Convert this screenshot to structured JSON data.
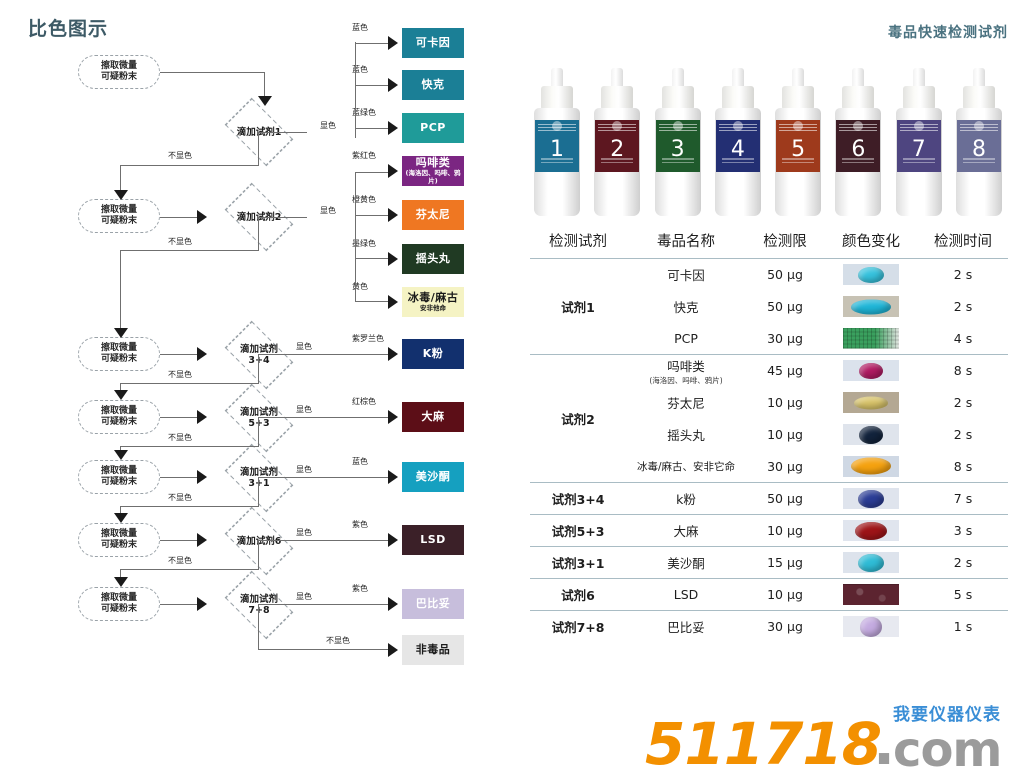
{
  "header": {
    "left_title": "比色图示",
    "right_title": "毒品快速检测试剂"
  },
  "flowchart": {
    "start_line1": "擦取微量",
    "start_line2": "可疑粉末",
    "label_positive": "显色",
    "label_negative": "不显色",
    "steps": [
      {
        "id": "s1",
        "decision_line1": "滴加试剂1",
        "decision_line2": ""
      },
      {
        "id": "s2",
        "decision_line1": "滴加试剂2",
        "decision_line2": ""
      },
      {
        "id": "s3",
        "decision_line1": "滴加试剂",
        "decision_line2": "3+4"
      },
      {
        "id": "s4",
        "decision_line1": "滴加试剂",
        "decision_line2": "5+3"
      },
      {
        "id": "s5",
        "decision_line1": "滴加试剂",
        "decision_line2": "3+1"
      },
      {
        "id": "s6",
        "decision_line1": "滴加试剂6",
        "decision_line2": ""
      },
      {
        "id": "s7",
        "decision_line1": "滴加试剂",
        "decision_line2": "7+8"
      }
    ],
    "outcomes": [
      {
        "color_label": "蓝色",
        "name": "可卡因",
        "sub": "",
        "bg": "#1b7f96",
        "fg": "#ffffff"
      },
      {
        "color_label": "蓝色",
        "name": "快克",
        "sub": "",
        "bg": "#1b7f96",
        "fg": "#ffffff"
      },
      {
        "color_label": "蓝绿色",
        "name": "PCP",
        "sub": "",
        "bg": "#1f9b99",
        "fg": "#ffffff"
      },
      {
        "color_label": "紫红色",
        "name": "吗啡类",
        "sub": "(海洛因、吗啡、鸦片)",
        "bg": "#7b2682",
        "fg": "#ffffff"
      },
      {
        "color_label": "橙黄色",
        "name": "芬太尼",
        "sub": "",
        "bg": "#ef7722",
        "fg": "#ffffff"
      },
      {
        "color_label": "墨绿色",
        "name": "摇头丸",
        "sub": "",
        "bg": "#203a23",
        "fg": "#ffffff"
      },
      {
        "color_label": "黄色",
        "name": "冰毒/麻古",
        "sub": "安非他命",
        "bg": "#f5f3c4",
        "fg": "#1a1a1a"
      },
      {
        "color_label": "紫罗兰色",
        "name": "K粉",
        "sub": "",
        "bg": "#12306e",
        "fg": "#ffffff"
      },
      {
        "color_label": "红棕色",
        "name": "大麻",
        "sub": "",
        "bg": "#5c0e17",
        "fg": "#ffffff"
      },
      {
        "color_label": "蓝色",
        "name": "美沙酮",
        "sub": "",
        "bg": "#15a0c0",
        "fg": "#ffffff"
      },
      {
        "color_label": "紫色",
        "name": "LSD",
        "sub": "",
        "bg": "#3b2028",
        "fg": "#ffffff"
      },
      {
        "color_label": "紫色",
        "name": "巴比妥",
        "sub": "",
        "bg": "#c7bedc",
        "fg": "#ffffff"
      },
      {
        "color_label": "不显色",
        "name": "非毒品",
        "sub": "",
        "bg": "#e6e6e6",
        "fg": "#1a1a1a"
      }
    ]
  },
  "bottles": [
    {
      "num": "1",
      "color": "#1b6e92"
    },
    {
      "num": "2",
      "color": "#5d1720"
    },
    {
      "num": "3",
      "color": "#1f5a2c"
    },
    {
      "num": "4",
      "color": "#232f73"
    },
    {
      "num": "5",
      "color": "#9e3a1c"
    },
    {
      "num": "6",
      "color": "#3e1d26"
    },
    {
      "num": "7",
      "color": "#4e4580"
    },
    {
      "num": "8",
      "color": "#6a6e96"
    }
  ],
  "table": {
    "columns": [
      "检测试剂",
      "毒品名称",
      "检测限",
      "颜色变化",
      "检测时间"
    ],
    "groups": [
      {
        "reagent": "试剂1",
        "rows": [
          {
            "drug": "可卡因",
            "sub": "",
            "limit": "50 μg",
            "time": "2 s",
            "swatch_bg": "#d5dee8",
            "blob": "ellipse",
            "blob_color": "#36c2dd",
            "blob_w": 26,
            "blob_h": 16
          },
          {
            "drug": "快克",
            "sub": "",
            "limit": "50 μg",
            "time": "2 s",
            "swatch_bg": "#c7c2b4",
            "blob": "ellipse",
            "blob_color": "#1fb6d8",
            "blob_w": 40,
            "blob_h": 15
          },
          {
            "drug": "PCP",
            "sub": "",
            "limit": "30 μg",
            "time": "4 s",
            "swatch_bg": "#eceee9",
            "blob": "grid",
            "blob_color": "#3aa05e",
            "blob_w": 56,
            "blob_h": 21
          }
        ]
      },
      {
        "reagent": "试剂2",
        "rows": [
          {
            "drug": "吗啡类",
            "sub": "(海洛因、吗啡、鸦片)",
            "limit": "45 μg",
            "time": "8 s",
            "swatch_bg": "#dbe2ec",
            "blob": "ellipse",
            "blob_color": "#b01a62",
            "blob_w": 24,
            "blob_h": 16
          },
          {
            "drug": "芬太尼",
            "sub": "",
            "limit": "10 μg",
            "time": "2 s",
            "swatch_bg": "#b4a893",
            "blob": "ellipse",
            "blob_color": "#d9c469",
            "blob_w": 34,
            "blob_h": 13
          },
          {
            "drug": "摇头丸",
            "sub": "",
            "limit": "10 μg",
            "time": "2 s",
            "swatch_bg": "#dfe4ec",
            "blob": "ellipse",
            "blob_color": "#12233c",
            "blob_w": 24,
            "blob_h": 18
          },
          {
            "drug": "冰毒/麻古、安非它命",
            "sub": "",
            "limit": "30 μg",
            "time": "8 s",
            "swatch_bg": "#cfd8e4",
            "blob": "ellipse",
            "blob_color": "#f5a210",
            "blob_w": 40,
            "blob_h": 17
          }
        ]
      },
      {
        "reagent": "试剂3+4",
        "rows": [
          {
            "drug": "k粉",
            "sub": "",
            "limit": "50 μg",
            "time": "7 s",
            "swatch_bg": "#dfe4ed",
            "blob": "ellipse",
            "blob_color": "#2b3d95",
            "blob_w": 26,
            "blob_h": 18
          }
        ]
      },
      {
        "reagent": "试剂5+3",
        "rows": [
          {
            "drug": "大麻",
            "sub": "",
            "limit": "10 μg",
            "time": "3 s",
            "swatch_bg": "#e0e5ee",
            "blob": "ellipse",
            "blob_color": "#9e1418",
            "blob_w": 32,
            "blob_h": 18
          }
        ]
      },
      {
        "reagent": "试剂3+1",
        "rows": [
          {
            "drug": "美沙酮",
            "sub": "",
            "limit": "15 μg",
            "time": "2 s",
            "swatch_bg": "#dde3ec",
            "blob": "ellipse",
            "blob_color": "#2fbcd6",
            "blob_w": 26,
            "blob_h": 18
          }
        ]
      },
      {
        "reagent": "试剂6",
        "rows": [
          {
            "drug": "LSD",
            "sub": "",
            "limit": "10 μg",
            "time": "5 s",
            "swatch_bg": "#3a1820",
            "blob": "rect",
            "blob_color": "#5c2430",
            "blob_w": 56,
            "blob_h": 21
          }
        ]
      },
      {
        "reagent": "试剂7+8",
        "rows": [
          {
            "drug": "巴比妥",
            "sub": "",
            "limit": "30 μg",
            "time": "1 s",
            "swatch_bg": "#e7e9f0",
            "blob": "ellipse",
            "blob_color": "#c4abe0",
            "blob_w": 22,
            "blob_h": 20
          }
        ]
      }
    ]
  },
  "watermark": {
    "number": "511718",
    "dot": ".",
    "com": "com",
    "cn": "我要仪器仪表"
  }
}
